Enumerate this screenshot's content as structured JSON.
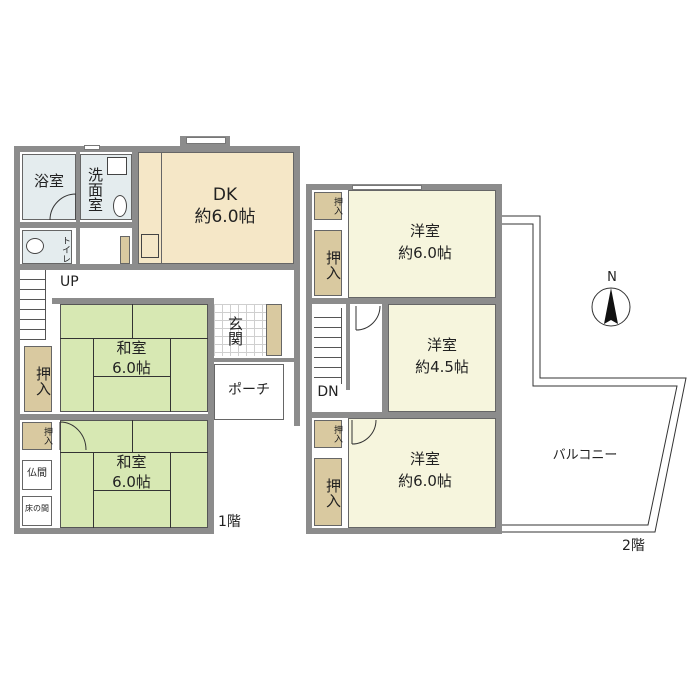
{
  "floor1": {
    "label": "1階",
    "rooms": {
      "bath": "浴室",
      "washroom": "洗面室",
      "toilet": "トイレ",
      "dk_name": "DK",
      "dk_size": "約6.0帖",
      "stairs_up": "UP",
      "washitsu1_name": "和室",
      "washitsu1_size": "6.0帖",
      "washitsu2_name": "和室",
      "washitsu2_size": "6.0帖",
      "genkan": "玄関",
      "porch": "ポーチ",
      "oshiire1": "押入",
      "oshiire2": "押入",
      "butsuma": "仏間",
      "tokonoma": "床の間"
    }
  },
  "floor2": {
    "label": "2階",
    "rooms": {
      "youshitsu1_name": "洋室",
      "youshitsu1_size": "約6.0帖",
      "youshitsu2_name": "洋室",
      "youshitsu2_size": "約4.5帖",
      "youshitsu3_name": "洋室",
      "youshitsu3_size": "約6.0帖",
      "stairs_down": "DN",
      "balcony": "バルコニー",
      "oshiire_small1": "押入",
      "oshiire_big1": "押入",
      "oshiire_small2": "押入",
      "oshiire_big2": "押入"
    }
  },
  "compass": {
    "label": "N"
  },
  "colors": {
    "wall": "#8c8c8c",
    "tatami": "#d7e8b3",
    "western": "#f6f5dd",
    "dk": "#f5e7c7",
    "wet": "#e4ecee",
    "closet": "#d9c9a0"
  }
}
